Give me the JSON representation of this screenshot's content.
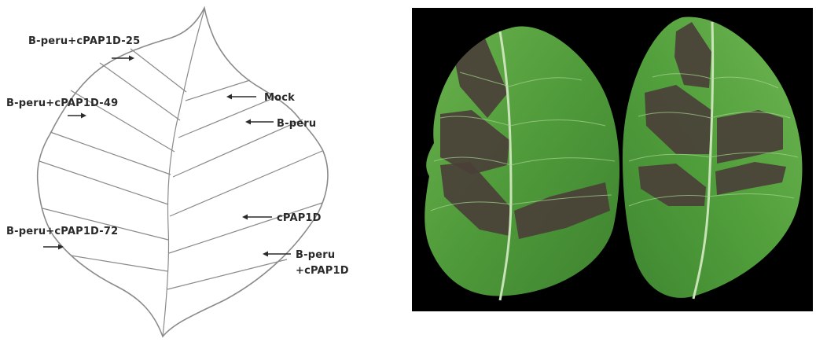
{
  "labels": {
    "p25": "B-peru+cPAP1D-25",
    "p49": "B-peru+cPAP1D-49",
    "p72": "B-peru+cPAP1D-72",
    "mock": "Mock",
    "bperu": "B-peru",
    "cpap": "cPAP1D",
    "bperu_cpap_line1": "B-peru",
    "bperu_cpap_line2": "+cPAP1D"
  },
  "colors": {
    "outline": "#8a8a8a",
    "text": "#2a2a2a",
    "photo_background": "#000000",
    "leaf_green": "#4f9a3a",
    "lesion": "#4a4038"
  }
}
